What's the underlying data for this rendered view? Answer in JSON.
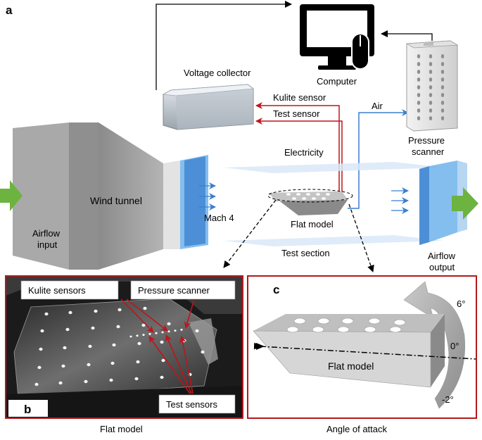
{
  "panel_a": {
    "letter": "a",
    "computer": "Computer",
    "voltage_collector": "Voltage collector",
    "kulite_sensor": "Kulite sensor",
    "test_sensor": "Test sensor",
    "air": "Air",
    "pressure_scanner_line1": "Pressure",
    "pressure_scanner_line2": "scanner",
    "electricity": "Electricity",
    "wind_tunnel": "Wind tunnel",
    "airflow_input_line1": "Airflow",
    "airflow_input_line2": "input",
    "mach": "Mach 4",
    "flat_model": "Flat model",
    "test_section": "Test section",
    "airflow_output_line1": "Airflow",
    "airflow_output_line2": "output"
  },
  "panel_b": {
    "letter": "b",
    "kulite_sensors": "Kulite sensors",
    "pressure_scanner": "Pressure scanner",
    "test_sensors": "Test sensors",
    "caption": "Flat model"
  },
  "panel_c": {
    "letter": "c",
    "flat_model": "Flat model",
    "angle_pos": "6°",
    "angle_zero": "0°",
    "angle_neg": "-2°",
    "caption": "Angle of attack"
  },
  "colors": {
    "red_arrow": "#c0141b",
    "blue_line": "#3a7fd0",
    "green_arrow": "#6cb33f",
    "panel_border": "#b3191c"
  }
}
